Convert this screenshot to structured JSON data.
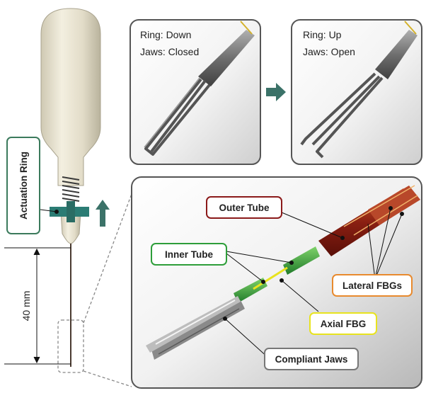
{
  "side_label": {
    "text": "Actuation Ring"
  },
  "dimension": {
    "text": "40 mm"
  },
  "panel_closed": {
    "line1": "Ring: Down",
    "line2": "Jaws: Closed"
  },
  "panel_open": {
    "line1": "Ring: Up",
    "line2": "Jaws: Open"
  },
  "callouts": {
    "outer_tube": "Outer Tube",
    "inner_tube": "Inner Tube",
    "lateral_fbgs": "Lateral FBGs",
    "axial_fbg": "Axial FBG",
    "compliant_jaws": "Compliant Jaws"
  },
  "colors": {
    "outer_tube_border": "#8b1a1a",
    "inner_tube_border": "#2e9e3a",
    "lateral_fbgs_border": "#e88a2e",
    "axial_fbg_border": "#e8e31e",
    "compliant_jaws_border": "#777777",
    "actuation_ring_border": "#3b7a5c",
    "arrow": "#3b7268",
    "ring": "#2b7c74"
  }
}
